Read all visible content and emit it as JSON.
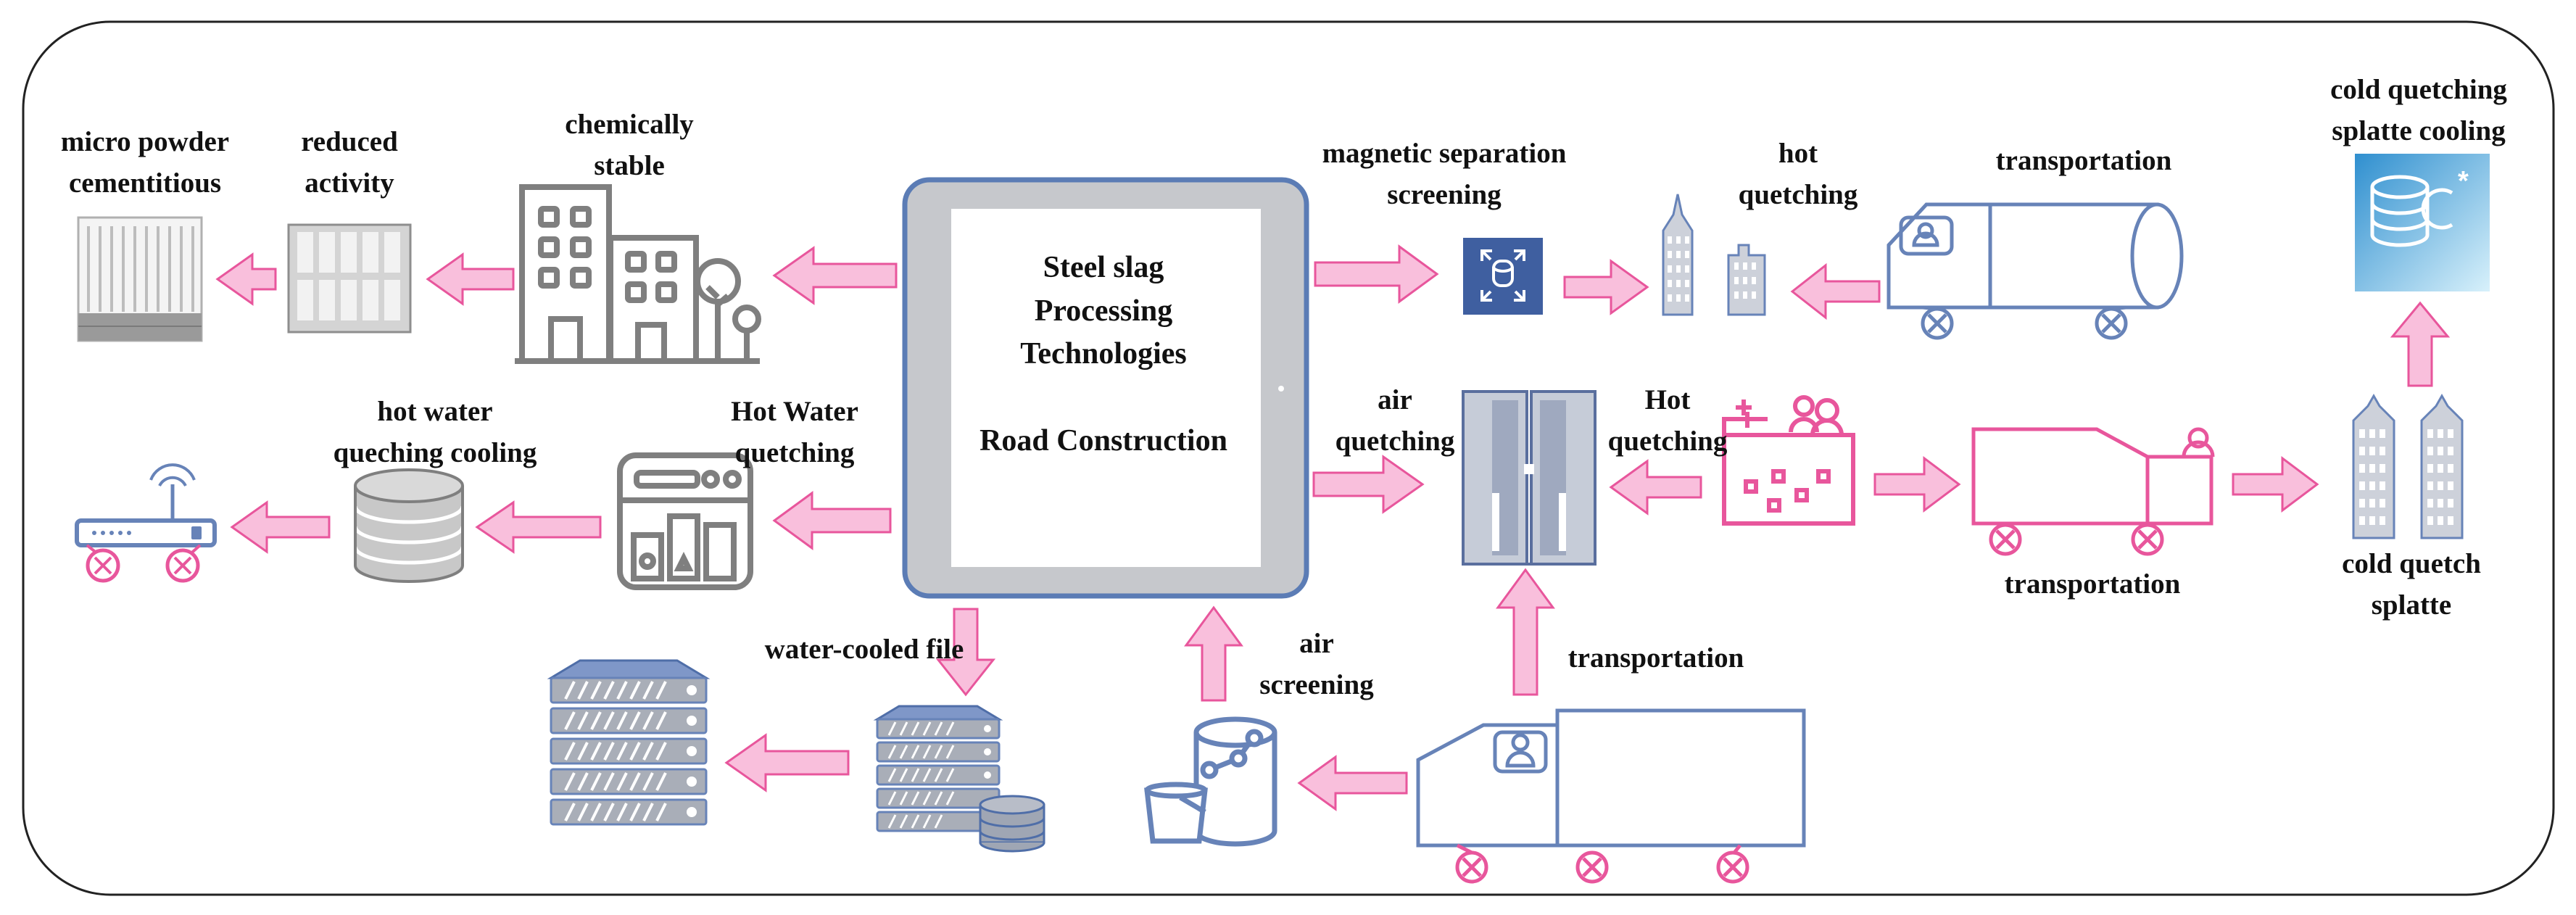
{
  "colors": {
    "frame": "#222222",
    "pink_fill": "#f9bfdc",
    "pink_stroke": "#e8569c",
    "magenta": "#e8569c",
    "icon_blue": "#6783b8",
    "icon_gray": "#7f7f7f",
    "icon_light_gray": "#c6c6c6",
    "cylinder_blue": "#5fb8e4"
  },
  "center": {
    "title_lines": [
      "Steel slag",
      "Processing",
      "Technologies"
    ],
    "subtitle": "Road Construction"
  },
  "labels": {
    "micro_powder": [
      "micro powder",
      "cementitious"
    ],
    "reduced_activity": [
      "reduced",
      "activity"
    ],
    "chemically_stable": [
      "chemically",
      "stable"
    ],
    "magnetic_separation": [
      "magnetic separation",
      "screening"
    ],
    "hot_quetching": [
      "hot",
      "quetching"
    ],
    "transportation_top": [
      "transportation"
    ],
    "cold_quetching_cooling": [
      "cold quetching",
      "splatte cooling"
    ],
    "hot_water_cooling": [
      "hot water",
      "queching  cooling"
    ],
    "hot_water_quetching": [
      "Hot Water",
      "quetching"
    ],
    "air_quetching": [
      "air",
      "quetching"
    ],
    "hot_quetching_mid": [
      "Hot",
      "quetching"
    ],
    "transportation_mid": [
      "transportation"
    ],
    "cold_quetch_splatte": [
      "cold quetch",
      "splatte"
    ],
    "water_cooled_file": [
      "water-cooled file"
    ],
    "air_screening": [
      "air",
      "screening"
    ],
    "transportation_bottom": [
      "transportation"
    ]
  }
}
